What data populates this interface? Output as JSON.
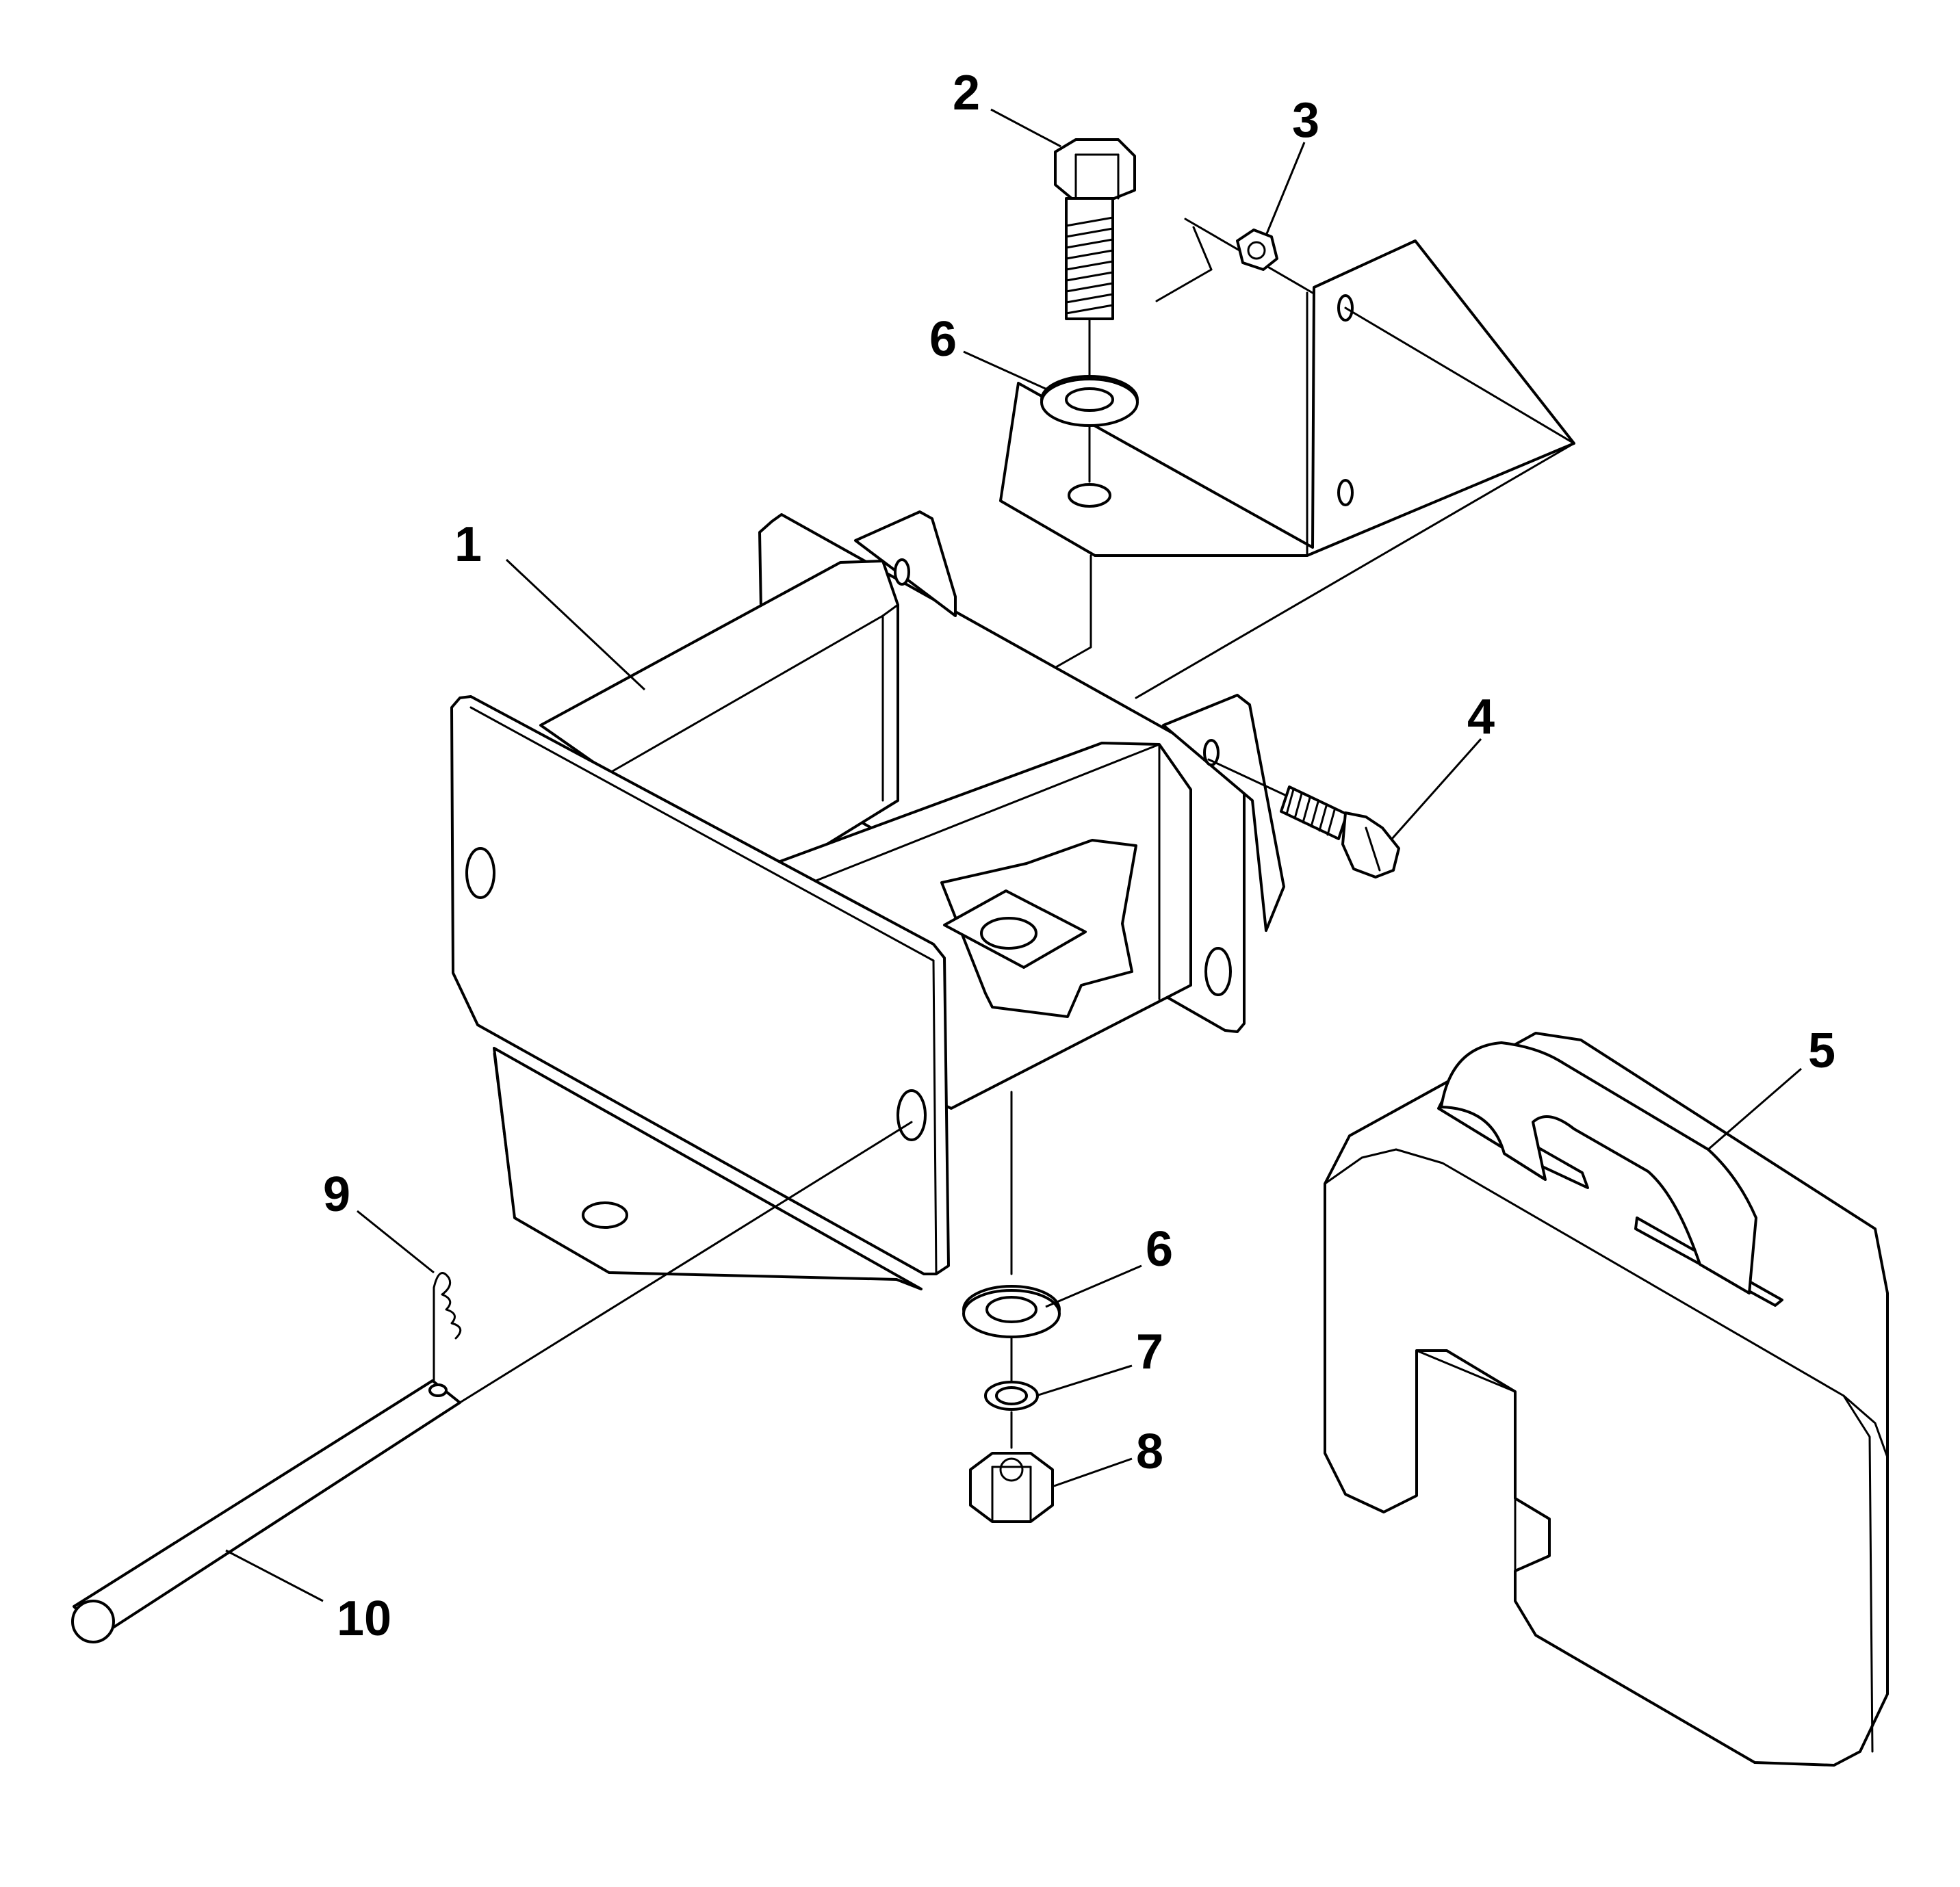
{
  "callouts": {
    "c1": "1",
    "c2": "2",
    "c3": "3",
    "c4": "4",
    "c5": "5",
    "c6a": "6",
    "c6b": "6",
    "c7": "7",
    "c8": "8",
    "c9": "9",
    "c10": "10"
  },
  "colors": {
    "line": "#000000",
    "background": "#ffffff"
  }
}
